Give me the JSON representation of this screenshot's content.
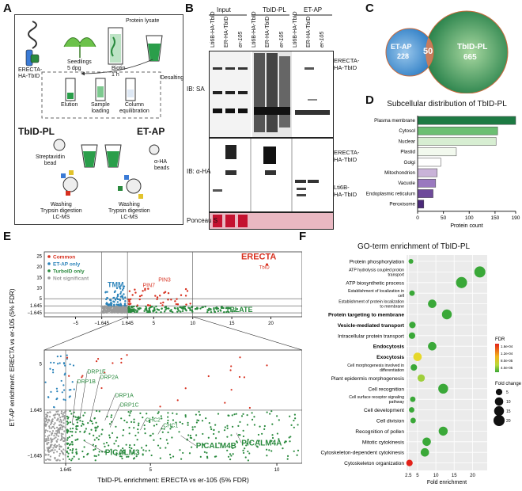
{
  "panels": {
    "a": "A",
    "b": "B",
    "c": "C",
    "d": "D",
    "e": "E",
    "f": "F"
  },
  "panel_a": {
    "construct": "ERECTA-\nHA-TbID",
    "seedlings": "Seedlings\n5 dpg",
    "biotin": "Biotin\n1 h",
    "lysate": "Protein lysate",
    "desalting": "Desalting",
    "elution": "Elution",
    "sample_loading": "Sample\nloading",
    "column_eq": "Column\nequilibration",
    "tbid_pl": "TbID-PL",
    "et_ap": "ET-AP",
    "streptavidin": "Streptavidin\nbead",
    "aha_beads": "α-HA\nbeads",
    "washing_left": "Washing\nTrypsin digestion\nLC-MS",
    "washing_right": "Washing\nTrypsin digestion\nLC-MS"
  },
  "panel_b": {
    "groups": [
      "Input",
      "TbID-PL",
      "ET-AP"
    ],
    "lanes": [
      "Lti6B-HA-TbID",
      "ER-HA-TbID",
      "er-105",
      "Lti6B-HA-TbID",
      "ER-HA-TbID",
      "er-105",
      "Lti6B-HA-TbID",
      "ER-HA-TbID",
      "er-105"
    ],
    "ib_sa": "IB: SA",
    "ib_ha": "IB: α-HA",
    "ponceau": "Ponceau S",
    "label_erecta_top": "ERECTA-\nHA-TbID",
    "label_erecta_mid": "ERECTA-\nHA-TbID",
    "label_lti6b": "Lti6B-\nHA-TbID"
  },
  "panel_c": {
    "left_name": "ET-AP",
    "left_count": "228",
    "overlap": "50",
    "right_name": "TbID-PL",
    "right_count": "665"
  },
  "chart_data": [
    {
      "type": "bar",
      "title": "Subcellular distribution of TbID-PL",
      "xlabel": "Protein count",
      "categories": [
        "Plasma membrane",
        "Cytosol",
        "Nuclear",
        "Plastid",
        "Golgi",
        "Mitochondrion",
        "Vacuole",
        "Endoplasmic reticulum",
        "Peroxisome"
      ],
      "values": [
        190,
        155,
        152,
        75,
        45,
        38,
        35,
        30,
        12
      ],
      "xlim": [
        0,
        190
      ],
      "xticks": [
        "0",
        "50",
        "100",
        "150",
        "190"
      ],
      "colors": [
        "#1d7a43",
        "#6bbf72",
        "#d7eed2",
        "#f2f9ee",
        "#ffffff",
        "#c9b3d8",
        "#9a79bf",
        "#6e4a9a",
        "#4b2a7a"
      ]
    },
    {
      "type": "scatter",
      "ylabel": "ET-AP enrichment: ERECTA vs er-105 (5% FDR)",
      "xlabel": "TbID-PL enrichment: ERECTA vs er-105 (5% FDR)",
      "legend": [
        "Common",
        "ET-AP only",
        "TurboID only",
        "Not significant"
      ],
      "legend_colors": [
        "#d7301f",
        "#2b83ba",
        "#2a8a3e",
        "#9a9a9a"
      ],
      "top_xticks": [
        "−5",
        "−1.645",
        "1.645",
        "5",
        "10",
        "15",
        "20"
      ],
      "top_yticks": [
        "25",
        "20",
        "15",
        "10",
        "5",
        "1.645",
        "−1.645"
      ],
      "zoom_xticks": [
        "1.645",
        "5",
        "10"
      ],
      "zoom_yticks": [
        "5",
        "1.645",
        "−1.645"
      ],
      "labels_top": [
        "ERECTA",
        "TbID",
        "TMM",
        "PIN3",
        "PIN7",
        "TPLATE"
      ],
      "labels_zoom": [
        "DRP1E",
        "DRP1B",
        "DRP2A",
        "DRP1A",
        "DRP1C",
        "CHC2",
        "CHC1",
        "PICALM3",
        "PICALM4B",
        "PICALM4A"
      ]
    },
    {
      "type": "scatter",
      "title": "GO-term enrichment of TbID-PL",
      "xlabel": "Fold enrichment",
      "xticks": [
        "2.5",
        "5",
        "10",
        "15",
        "20"
      ],
      "categories": [
        "Protein phosphorylation",
        "ATP hydrolysis coupled proton transport",
        "ATP biosynthetic process",
        "Establishment of localization in cell",
        "Establishment of protein localization to membrane",
        "Protein targeting to membrane",
        "Vesicle-mediated transport",
        "Intracellular protein transport",
        "Endocytosis",
        "Exocytosis",
        "Cell morphogenesis involved in differentiation",
        "Plant epidermis morphogenesis",
        "Cell recognition",
        "Cell surface receptor signaling pathway",
        "Cell development",
        "Cell division",
        "Recognition of pollen",
        "Mitotic cytokinesis",
        "Cytoskeleton-dependent cytokinesis",
        "Cytoskeleton organization"
      ],
      "bold": [
        "Protein targeting to membrane",
        "Vesicle-mediated transport",
        "Endocytosis",
        "Exocytosis"
      ],
      "fold": [
        3.2,
        22,
        17,
        3.5,
        9,
        13,
        3.6,
        3.5,
        9,
        5,
        4,
        6,
        12,
        3.7,
        3.4,
        3.8,
        12,
        7.5,
        7,
        2.8
      ],
      "size": [
        2,
        20,
        20,
        3,
        10,
        15,
        5,
        5,
        10,
        10,
        5,
        7,
        15,
        3,
        3,
        3,
        12,
        10,
        10,
        5
      ],
      "color": [
        "#3aa838",
        "#3aa838",
        "#3aa838",
        "#3aa838",
        "#3aa838",
        "#3aa838",
        "#3aa838",
        "#3aa838",
        "#3aa838",
        "#e6d82a",
        "#3aa838",
        "#9fcf3c",
        "#3aa838",
        "#3aa838",
        "#3aa838",
        "#3aa838",
        "#3aa838",
        "#3aa838",
        "#3aa838",
        "#e32119"
      ],
      "fdr_title": "FDR",
      "fdr_ticks": [
        "1.6e-04",
        "1.2e-04",
        "8.0e-05",
        "4.0e-05"
      ],
      "size_title": "Fold change",
      "size_ticks": [
        "5",
        "10",
        "15",
        "20"
      ]
    }
  ]
}
